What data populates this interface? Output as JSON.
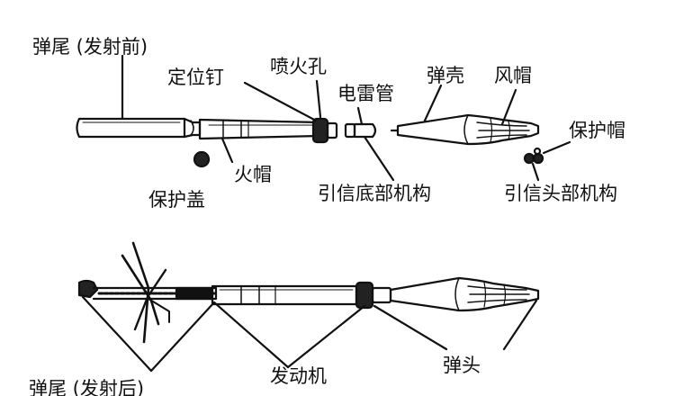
{
  "labels": {
    "tail_before_launch": "弹尾 (发射前)",
    "positioning_nail": "定位钉",
    "nozzle_hole": "喷火孔",
    "detonator": "电雷管",
    "shell": "弹壳",
    "wind_cap": "风帽",
    "protective_cap": "保护帽",
    "fuze_base": "引信底部机构",
    "fuze_head": "引信头部机构",
    "fire_cap": "火帽",
    "protective_cover": "保护盖",
    "motor": "发动机",
    "warhead": "弹头",
    "tail_after_launch": "弹尾 (发射后)"
  }
}
